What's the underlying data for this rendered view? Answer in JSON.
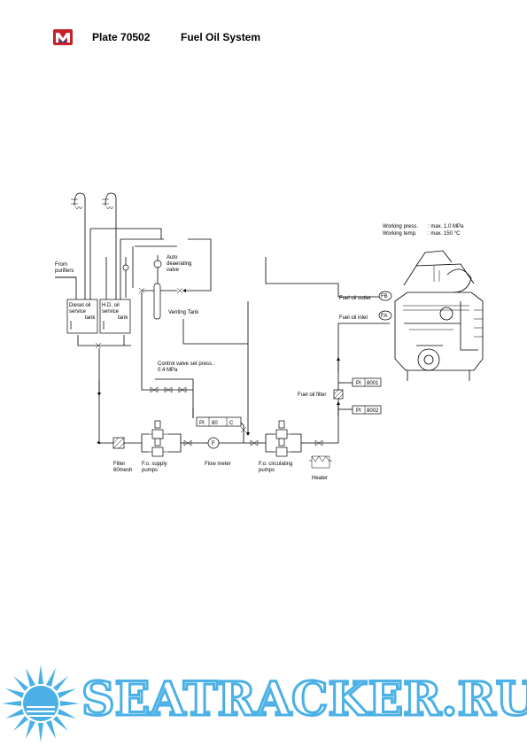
{
  "header": {
    "logo": "maker-logo",
    "plate": "Plate 70502",
    "title": "Fuel Oil System"
  },
  "diagram": {
    "tank_diesel": [
      "Diesel oil",
      "service",
      "tank"
    ],
    "tank_hd": [
      "H.D. oil",
      "service",
      "tank"
    ],
    "from_purifiers": [
      "From",
      "purifiers"
    ],
    "auto_deaerating": [
      "Auto",
      "deaerating",
      "valve"
    ],
    "venting_tank": "Venting Tank",
    "control_valve": [
      "Control valve set press.:",
      "0.4 MPa"
    ],
    "pi_80": "PI",
    "pi_80_num": "80",
    "pi_80_c": "C",
    "filter": [
      "Filter",
      "60mesh"
    ],
    "fo_supply": [
      "F.o. supply",
      "pumps"
    ],
    "flow_meter": "Flow meter",
    "flow_meter_symbol": "F",
    "fo_circulating": [
      "F.o. circulating",
      "pumps"
    ],
    "heater": "Heater",
    "fuel_oil_filter": "Fuel oil filter",
    "pi_8001": "PI",
    "pi_8001_num": "8001",
    "pi_8002": "PI",
    "pi_8002_num": "8002",
    "fuel_oil_outlet": "Fuel oil outlet",
    "fb": "FB",
    "fuel_oil_inlet": "Fuel oil inlet",
    "fa": "FA",
    "working_press_label": "Working press.",
    "working_press_value": ": max. 1.0 MPa",
    "working_temp_label": "Working temp.",
    "working_temp_value": ": max. 150 °C"
  },
  "watermark": {
    "text": "SEATRACKER.RU",
    "color": "#4ab0e6"
  }
}
